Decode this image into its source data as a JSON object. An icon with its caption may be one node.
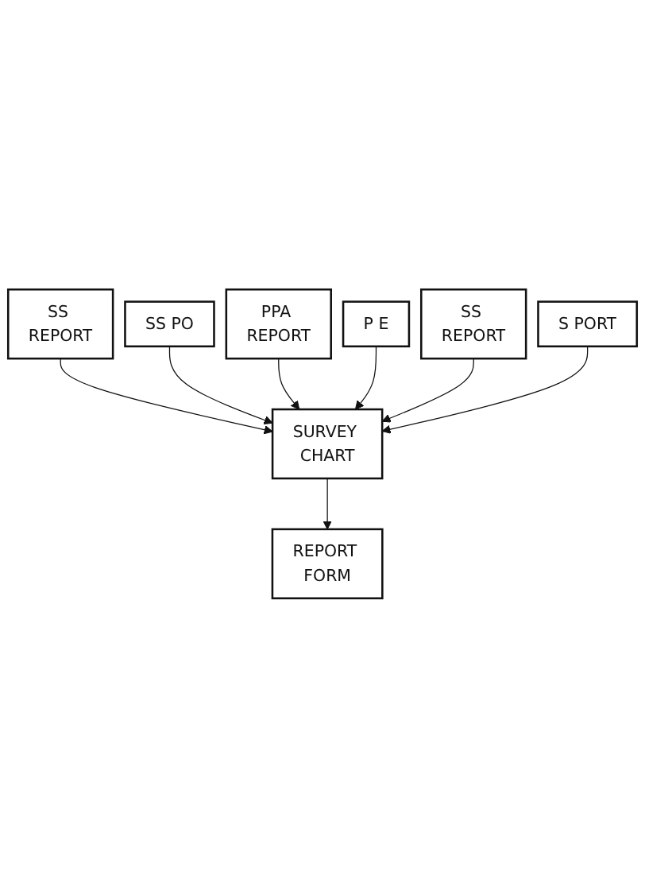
{
  "diagram": {
    "nodes": [
      {
        "text": [
          "SS REPORT"
        ]
      },
      {
        "text": [
          "SS PO"
        ]
      },
      {
        "text": [
          "PPA REPORT"
        ]
      },
      {
        "text": [
          "P E"
        ]
      },
      {
        "text": [
          "SS REPORT"
        ]
      },
      {
        "text": [
          "S PORT"
        ]
      },
      {
        "text": [
          "SURVEY CHART"
        ]
      },
      {
        "text": [
          "REPORT FORM"
        ]
      }
    ],
    "edges": [
      {
        "from": 0,
        "to": 6,
        "arrow": "to"
      },
      {
        "from": 1,
        "to": 6,
        "arrow": "to"
      },
      {
        "from": 2,
        "to": 6,
        "arrow": "to"
      },
      {
        "from": 3,
        "to": 6,
        "arrow": "to"
      },
      {
        "from": 4,
        "to": 6,
        "arrow": "to"
      },
      {
        "from": 5,
        "to": 6,
        "arrow": "to"
      },
      {
        "from": 6,
        "to": 7,
        "arrow": "to"
      }
    ]
  }
}
